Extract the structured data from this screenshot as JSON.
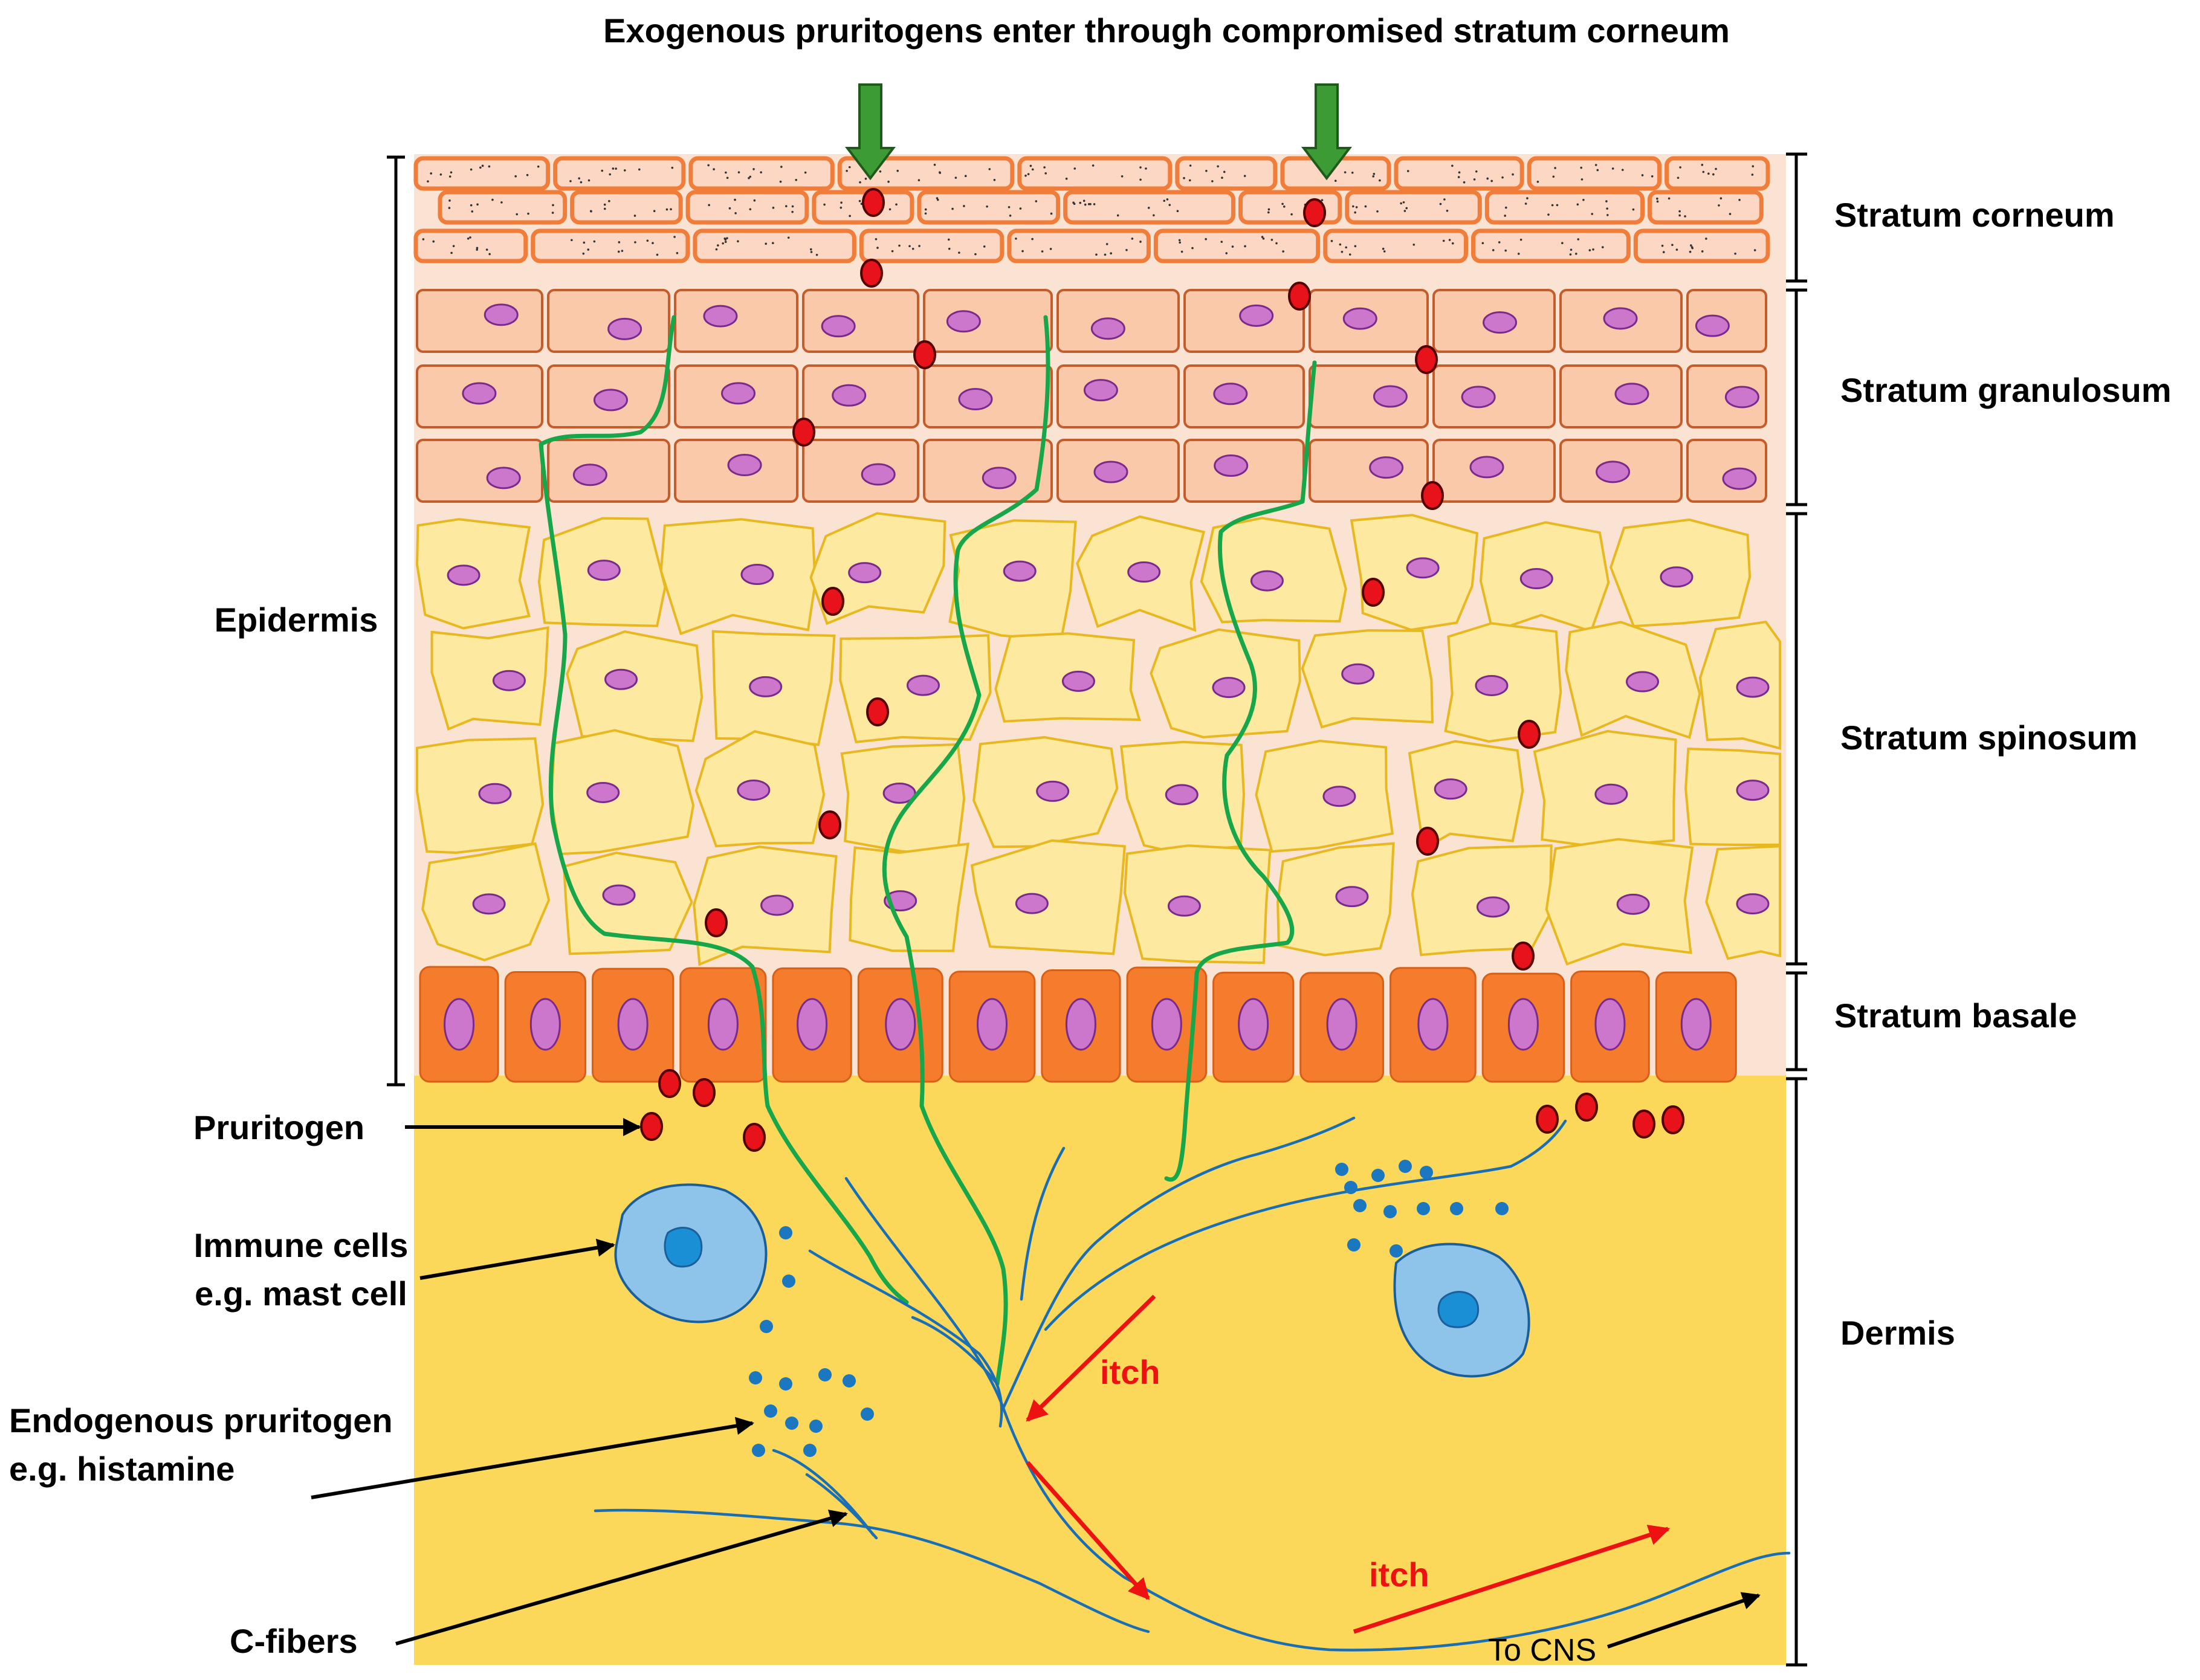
{
  "title": "Exogenous pruritogens enter through compromised stratum corneum",
  "layers": {
    "corneum": "Stratum corneum",
    "granulosum": "Stratum granulosum",
    "spinosum": "Stratum spinosum",
    "basale": "Stratum basale",
    "dermis": "Dermis",
    "epidermis": "Epidermis"
  },
  "callouts": {
    "pruritogen": "Pruritogen",
    "immune_line1": "Immune cells",
    "immune_line2": "e.g. mast cell",
    "endogenous_line1": "Endogenous pruritogen",
    "endogenous_line2": "e.g. histamine",
    "cfibers": "C-fibers",
    "to_cns": "To CNS"
  },
  "itch_labels": [
    "itch",
    "itch"
  ],
  "colors": {
    "corneum_fill": "#fbd7c4",
    "corneum_outline": "#f07d3a",
    "granulosum_fill": "#f9c9aa",
    "granulosum_outline": "#c45c2c",
    "spinosum_bg": "#fbe3d3",
    "spinosum_cell": "#fde9a0",
    "spinosum_outline": "#e8b820",
    "basale_fill": "#f47c2c",
    "nucleus_fill": "#cc77cc",
    "nucleus_outline": "#7a2a8a",
    "dermis_fill": "#fcd85a",
    "pruritogen_fill": "#e8121a",
    "pruritogen_outline": "#550000",
    "histamine_dot": "#1a77c0",
    "mast_cell_fill": "#8ec3ea",
    "mast_cell_nucleus": "#1a8fd6",
    "epidermal_nerve": "#17a64a",
    "c_fiber": "#1a6fb4",
    "itch_arrow": "#ee1111",
    "entry_arrow": "#3d9b35"
  }
}
